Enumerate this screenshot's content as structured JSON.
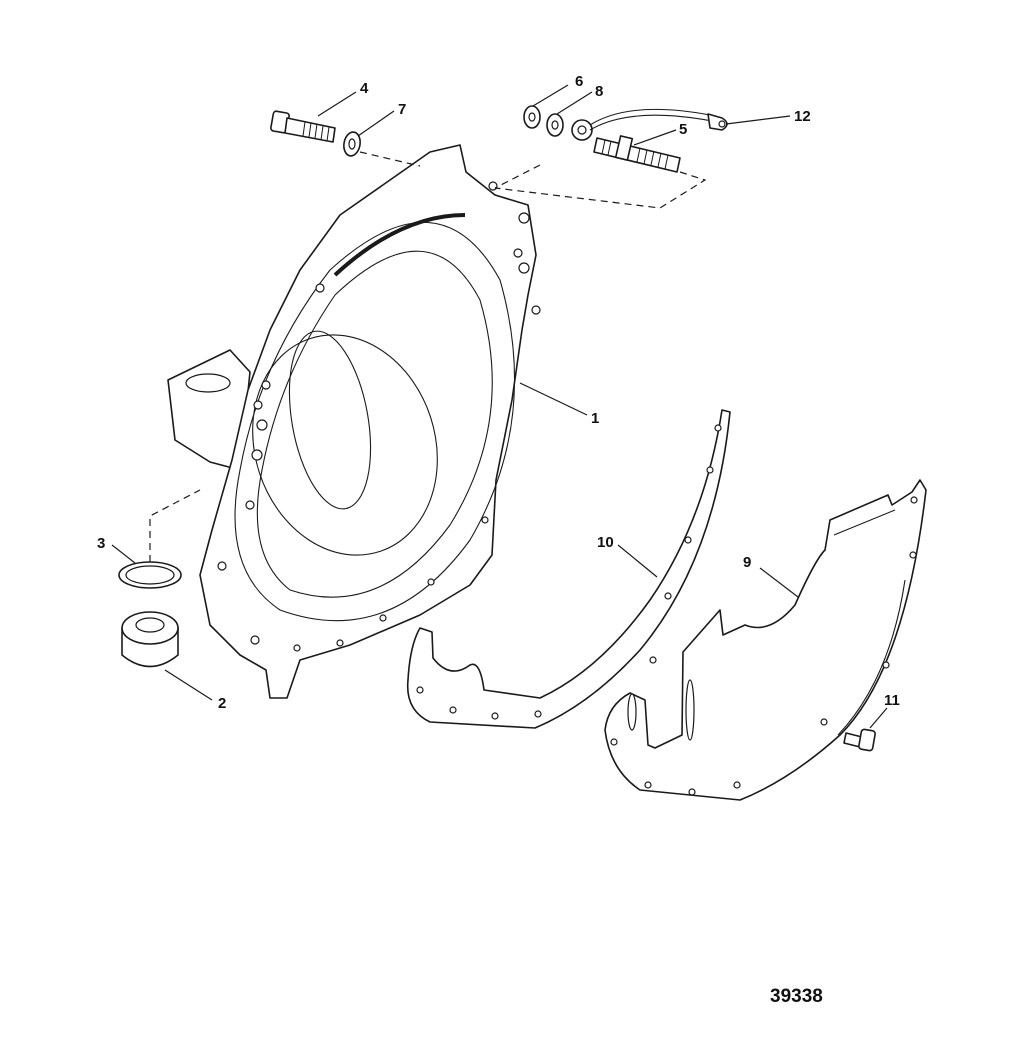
{
  "figure_number": "39338",
  "callouts": {
    "c1": "1",
    "c2": "2",
    "c3": "3",
    "c4": "4",
    "c5": "5",
    "c6": "6",
    "c7": "7",
    "c8": "8",
    "c9": "9",
    "c10": "10",
    "c11": "11",
    "c12": "12"
  }
}
